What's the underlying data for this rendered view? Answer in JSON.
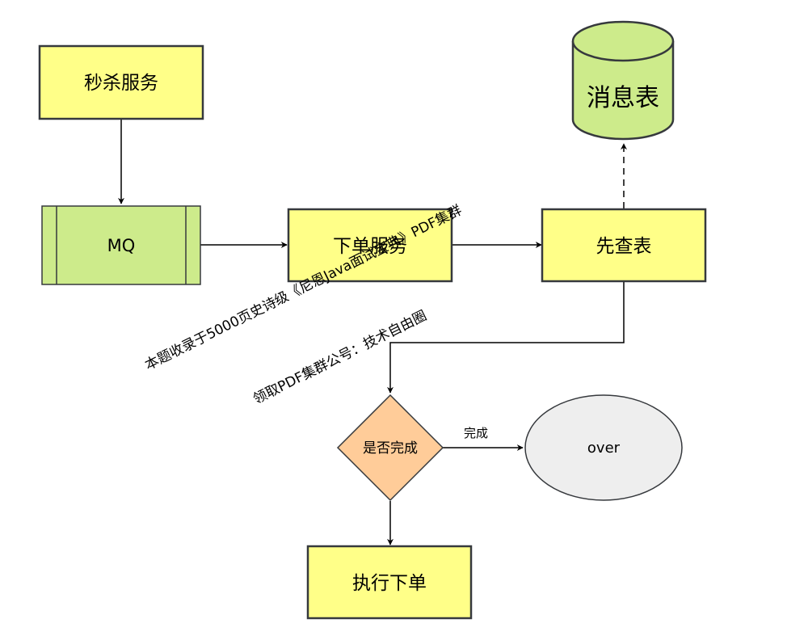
{
  "nodes": {
    "seckill": "秒杀服务",
    "mq": "MQ",
    "order_service": "下单服务",
    "check_table": "先查表",
    "message_table": "消息表",
    "is_done": "是否完成",
    "over": "over",
    "execute_order": "执行下单"
  },
  "edges": {
    "done_label": "完成"
  },
  "watermark": {
    "line1": "本题收录于5000页史诗级《尼恩Java面试宝典》PDF集群",
    "line2": "领取PDF集群公号：技术自由圈"
  },
  "colors": {
    "yellow_box": "#ffff88",
    "green_box": "#cdeb8b",
    "diamond": "#ffcc99",
    "ellipse": "#eeeeee",
    "stroke": "#36393d"
  }
}
